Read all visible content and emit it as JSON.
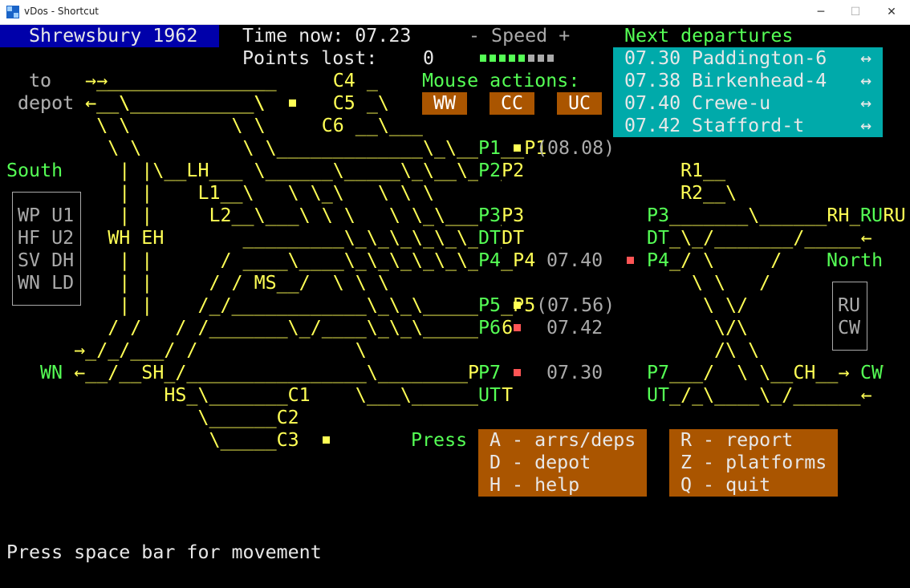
{
  "window": {
    "title": "vDos - Shortcut",
    "minimize": "─",
    "maximize": "☐",
    "close": "✕"
  },
  "header": {
    "game_title": "Shrewsbury 1962",
    "time_label": "Time now: 07.23",
    "points_label": "Points lost:",
    "points_value": "0",
    "speed_label": "- Speed +",
    "speed_level": {
      "filled": 5,
      "total": 8
    },
    "mouse_actions_label": "Mouse actions:",
    "mouse_buttons": [
      "WW",
      "CC",
      "UC"
    ]
  },
  "departures": {
    "title": "Next departures",
    "items": [
      {
        "time": "07.30",
        "dest": "Paddington-6"
      },
      {
        "time": "07.38",
        "dest": "Birkenhead-4"
      },
      {
        "time": "07.40",
        "dest": "Crewe-u"
      },
      {
        "time": "07.42",
        "dest": "Stafford-t"
      }
    ],
    "arrow": "↔"
  },
  "map": {
    "south_label": "South",
    "north_label": "North",
    "wn_label": "WN",
    "to_label": "to",
    "depot_label": "depot",
    "left_panel_lines": [
      "WP U1",
      "HF U2",
      "SV DH",
      "WN LD"
    ],
    "right_panel_lines": [
      "RU",
      "CW"
    ],
    "platform_times": {
      "p1": "(08.08)",
      "p4": "07.40",
      "p5": "(07.56)",
      "p6": "07.42",
      "p7": "07.30"
    },
    "rows": [
      "  to    →_______________     C4 _",
      "depot  ←__\\___________\\      C5 _\\",
      "        \\ \\         \\ \\     C6 __\\___",
      "         \\ \\         \\ \\_____________\\_\\______P1",
      "          | |\\__LH___ \\______\\_____\\_\\__\\_/_P2",
      "          | |    L1__\\   \\ \\_\\   \\ \\ \\",
      "          | |     L2__\\___\\ \\ \\   \\ \\_\\_____P3",
      "         WH EH       _________\\_\\_\\_\\_\\_\\_/_DT",
      "          | |      / ____\\____\\_\\_\\_\\_\\_\\_\\__P4",
      "          | |     / / MS__/  \\ \\ \\",
      "          | |    /_/____________\\_\\_\\________P5",
      "         / /   / /_______\\_/____\\_\\_\\______P6",
      "      →_/_/___/ /              \\",
      "      ←__/__SH_/________________\\________P7",
      "              HS_\\_______C1    \\___\\_______UT",
      "                 \\______C2",
      "                  \\_____C3"
    ],
    "right_rows": [
      "R1__",
      "R2__\\",
      "P3_______\\______RH_→ RU",
      "DT_\\_/_______/_____←",
      "P4_/ \\     /",
      "\\ \\   /",
      "\\ \\/",
      "\\/\\",
      "/\\ \\",
      "P7___/  \\ \\__CH__→ CW",
      "UT_/_\\____\\_/______←"
    ]
  },
  "commands": {
    "press_label": "Press",
    "left": [
      "A - arrs/deps",
      "D - depot",
      "H - help"
    ],
    "right": [
      "R - report",
      "Z - platforms",
      "Q - quit"
    ]
  },
  "status": {
    "text": "Press space bar for movement"
  },
  "colors": {
    "background": "#000000",
    "track": "#ffff55",
    "label_green": "#55ff55",
    "title_blue": "#0000aa",
    "departures_cyan": "#00aaaa",
    "button_brown": "#aa5500",
    "signal_red": "#ff5555",
    "signal_yellow": "#ffff55",
    "grey": "#aaaaaa"
  }
}
